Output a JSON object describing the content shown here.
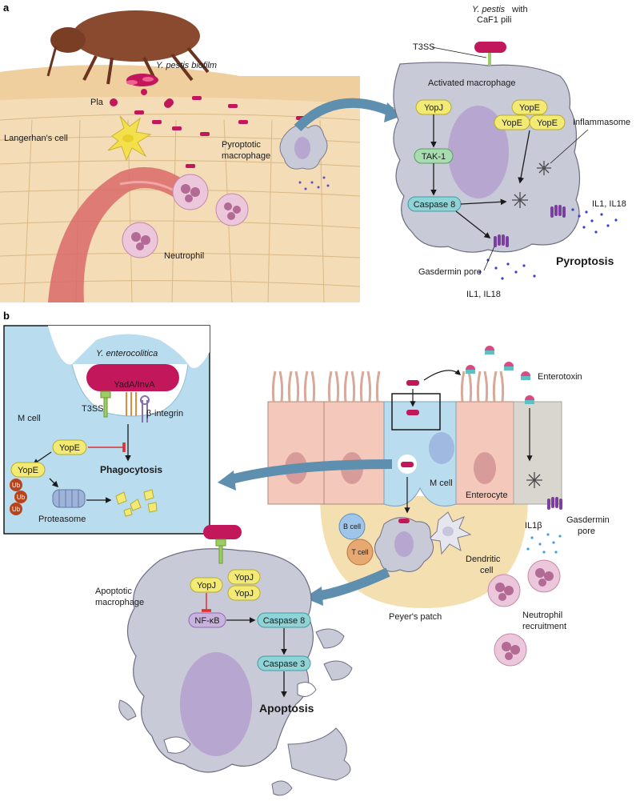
{
  "panel_a": {
    "letter": "a",
    "biofilm": "Y. pestis biofilm",
    "pla": "Pla",
    "langerhans": "Langerhan's cell",
    "pyroptotic_1": "Pyroptotic",
    "pyroptotic_2": "macrophage",
    "neutrophil": "Neutrophil",
    "ypestis_1": "Y. pestis",
    "ypestis_2": "with",
    "caf1": "CaF1 pili",
    "t3ss": "T3SS",
    "activated": "Activated macrophage",
    "yopj": "YopJ",
    "tak1": "TAK-1",
    "caspase8": "Caspase 8",
    "yope": "YopE",
    "inflammasome": "Inflammasome",
    "il_right": "IL1, IL18",
    "il_bottom": "IL1, IL18",
    "gasdermin": "Gasdermin pore",
    "pyroptosis": "Pyroptosis"
  },
  "panel_b": {
    "letter": "b",
    "yentero": "Y. enterocolitica",
    "yada": "YadA/InvA",
    "mcell": "M cell",
    "t3ss": "T3SS",
    "integrin": "β-integrin",
    "yope": "YopE",
    "phagocytosis": "Phagocytosis",
    "ub": "Ub",
    "proteasome": "Proteasome",
    "enterotoxin": "Enterotoxin",
    "mcell_small": "M cell",
    "enterocyte": "Enterocyte",
    "il1b": "IL1β",
    "gasdermin_1": "Gasdermin",
    "gasdermin_2": "pore",
    "bcell": "B cell",
    "tcell": "T cell",
    "dendritic_1": "Dendritic",
    "dendritic_2": "cell",
    "peyers": "Peyer's patch",
    "neutrophil_1": "Neutrophil",
    "neutrophil_2": "recruitment",
    "apoptotic_1": "Apoptotic",
    "apoptotic_2": "macrophage",
    "yopj": "YopJ",
    "nfkb": "NF-κB",
    "caspase8": "Caspase 8",
    "caspase3": "Caspase 3",
    "apoptosis": "Apoptosis"
  },
  "colors": {
    "bacterium": "#c2185b",
    "yop_box": "#f2ea74",
    "tak_box": "#a8dcb0",
    "caspase_box": "#8fd3d6",
    "nfkb_box": "#c9b3de",
    "macrophage": "#c9cad8",
    "inset_bg": "#b9dcef",
    "skin": "#f3dcb6",
    "vessel": "#d96a6a",
    "inhibit": "#e03030"
  }
}
